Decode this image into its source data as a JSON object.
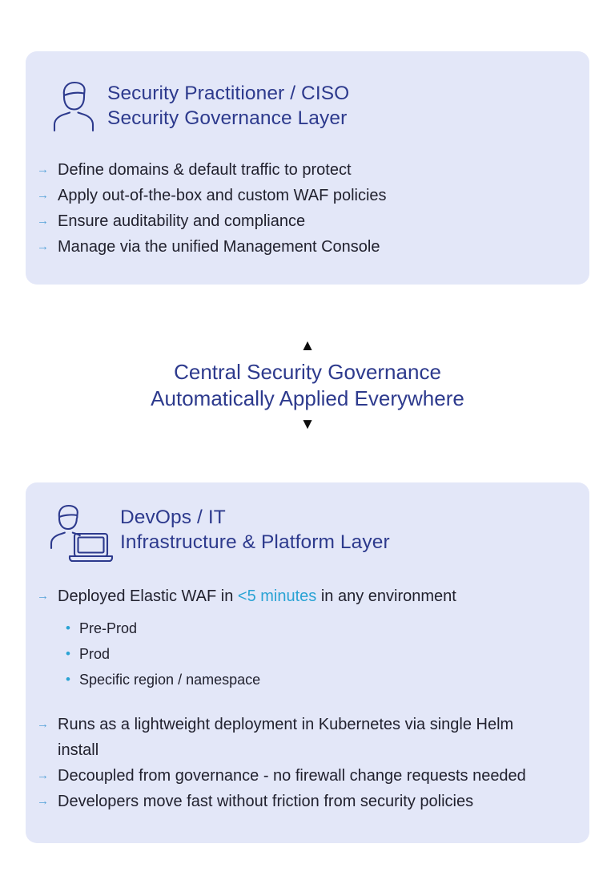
{
  "glyphs": {
    "arrow_marker": "→",
    "dot_marker": "•"
  },
  "colors": {
    "card_background": "#e3e7f8",
    "title_indigo": "#2d3a8d",
    "body_text": "#21212e",
    "arrow_blue": "#55a2d8",
    "accent_cyan": "#2aa3d4",
    "triangle_black": "#0d0d0d"
  },
  "top_card": {
    "title_line1": "Security Practitioner / CISO",
    "title_line2": "Security Governance Layer",
    "bullets": [
      "Define domains & default traffic to protect",
      "Apply out-of-the-box and custom WAF policies",
      "Ensure auditability and compliance",
      "Manage via the unified Management Console"
    ]
  },
  "connector": {
    "up_arrow": "▲",
    "line1": "Central Security Governance",
    "line2": "Automatically Applied Everywhere",
    "down_arrow": "▼"
  },
  "bottom_card": {
    "title_line1": "DevOps / IT",
    "title_line2": "Infrastructure & Platform Layer",
    "deploy_bullet": {
      "pre": "Deployed Elastic WAF in ",
      "highlight": "<5 minutes",
      "post": " in any environment"
    },
    "sub_bullets": [
      "Pre-Prod",
      "Prod",
      "Specific region / namespace"
    ],
    "bullets": [
      "Runs as a lightweight deployment in Kubernetes via single Helm install",
      "Decoupled from governance - no firewall change requests needed",
      "Developers move fast without friction from security policies"
    ]
  }
}
